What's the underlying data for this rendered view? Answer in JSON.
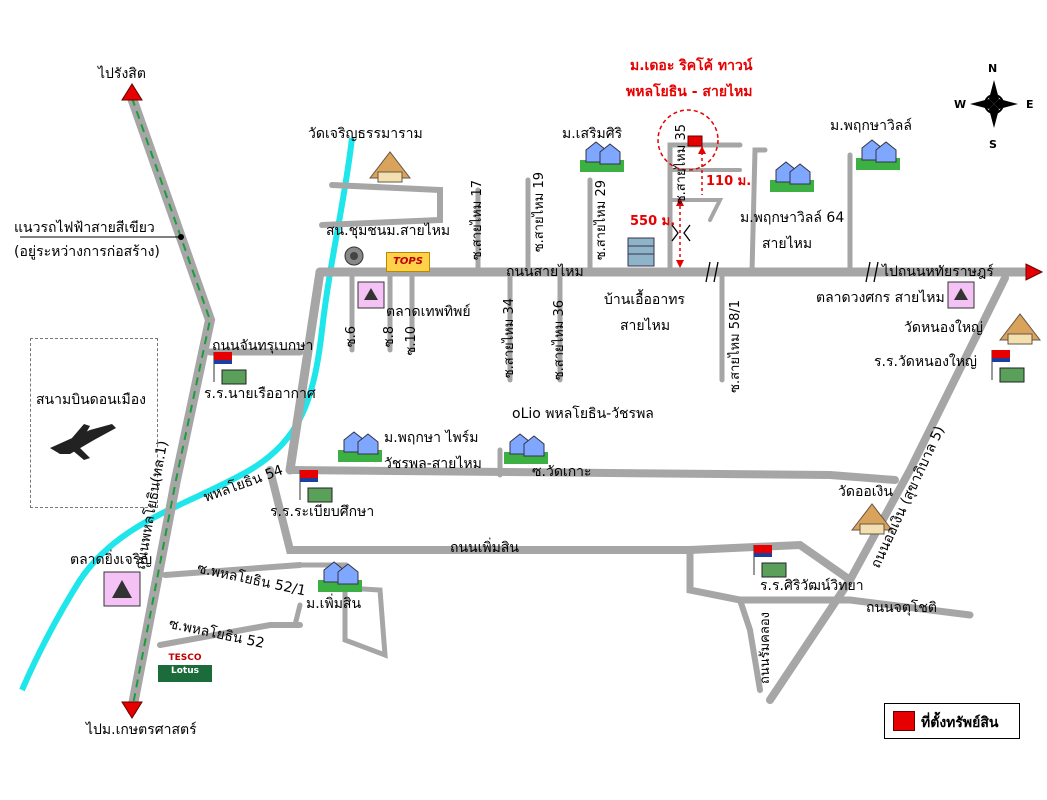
{
  "map": {
    "title_line1": "ม.เดอะ ริคโค้ ทาวน์",
    "title_line2": "พหลโยธิน - สายไหม",
    "compass": {
      "n": "N",
      "s": "S",
      "e": "E",
      "w": "W"
    },
    "legend": {
      "label": "ที่ตั้งทรัพย์สิน",
      "color": "#e60000"
    },
    "distance_110": "110 ม.",
    "distance_550": "550 ม."
  },
  "roads": {
    "to_rangsit": "ไปรังสิต",
    "to_kaset": "ไปม.เกษตรศาสตร์",
    "phahonyothin": "ถนนพหลโยธิน(ทล.1)",
    "sai_mai": "ถนนสายไหม",
    "chan_thaburi": "ถนนจันทรุเบกษา",
    "soem_sin": "ถนนเพิ่มสิน",
    "o_ngoen": "ถนนออเงิน (สุขาภิบาล 5)",
    "jutachot": "ถนนจตุโชติ",
    "khumklao": "ถนนรัมคลอง",
    "to_hathai": "ไปถนนหทัยราษฎร์",
    "wat_kao": "ซ.วัดเกาะ",
    "phahon_54": "พหลโยธิน 54",
    "phahon_52_1": "ซ.พหลโยธิน 52/1",
    "phahon_52": "ซ.พหลโยธิน 52",
    "soi_17": "ซ.สายไหม 17",
    "soi_19": "ซ.สายไหม 19",
    "soi_29": "ซ.สายไหม 29",
    "soi_35": "ซ.สายไหม 35",
    "soi_34": "ซ.สายไหม 34",
    "soi_36": "ซ.สายไหม 36",
    "soi_58_1": "ซ.สายไหม 58/1",
    "soi_6": "ซ.6",
    "soi_8": "ซ.8",
    "soi_10": "ซ.10"
  },
  "places": {
    "skytrain_line1": "แนวรถไฟฟ้าสายสีเขียว",
    "skytrain_line2": "(อยู่ระหว่างการก่อสร้าง)",
    "airport": "สนามบินดอนเมือง",
    "wat_charoen": "วัดเจริญธรรมาราม",
    "health_center": "สน.ชุมชนม.สายไหม",
    "tops": "TOPS",
    "thep_market": "ตลาดเทพทิพย์",
    "serm_siri": "ม.เสริมศิริ",
    "pruksa_ville": "ม.พฤกษาวิลล์",
    "pruksa_ville_64_1": "ม.พฤกษาวิลล์ 64",
    "pruksa_ville_64_2": "สายไหม",
    "baan_ua_1": "บ้านเอื้ออาทร",
    "baan_ua_2": "สายไหม",
    "daungkamol": "ตลาดวงศกร สายไหม",
    "wat_nong_yai": "วัดหนองใหญ่",
    "school_nong_yai": "ร.ร.วัดหนองใหญ่",
    "school_air": "ร.ร.นายเรืออากาศ",
    "pruksa_prime_1": "ม.พฤกษา ไพร์ม",
    "pruksa_prime_2": "วัชรพล-สายไหม",
    "olio": "oLio พหลโยธิน-วัชรพล",
    "school_rabiab": "ร.ร.ระเบียบศึกษา",
    "wat_o_ngoen": "วัดออเงิน",
    "yingcharoen": "ตลาดยิ่งเจริญ",
    "soem_sin_village": "ม.เพิ่มสิน",
    "school_siri": "ร.ร.ศิริวัฒน์วิทยา",
    "tesco_1": "TESCO",
    "tesco_2": "Lotus"
  }
}
